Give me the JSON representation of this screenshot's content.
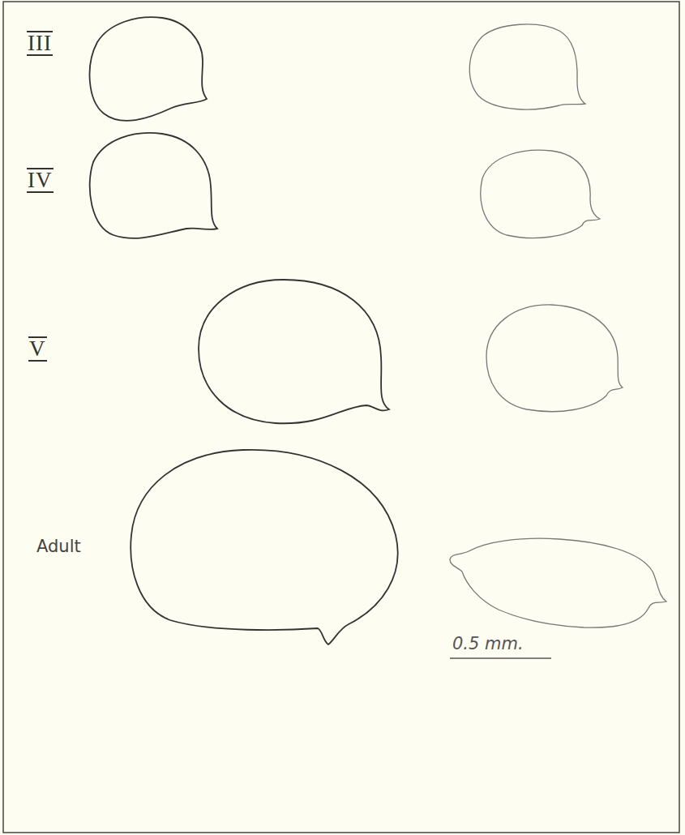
{
  "diagram": {
    "labels": [
      "III",
      "IV",
      "V",
      "Adult",
      "0.5 mm."
    ]
  }
}
